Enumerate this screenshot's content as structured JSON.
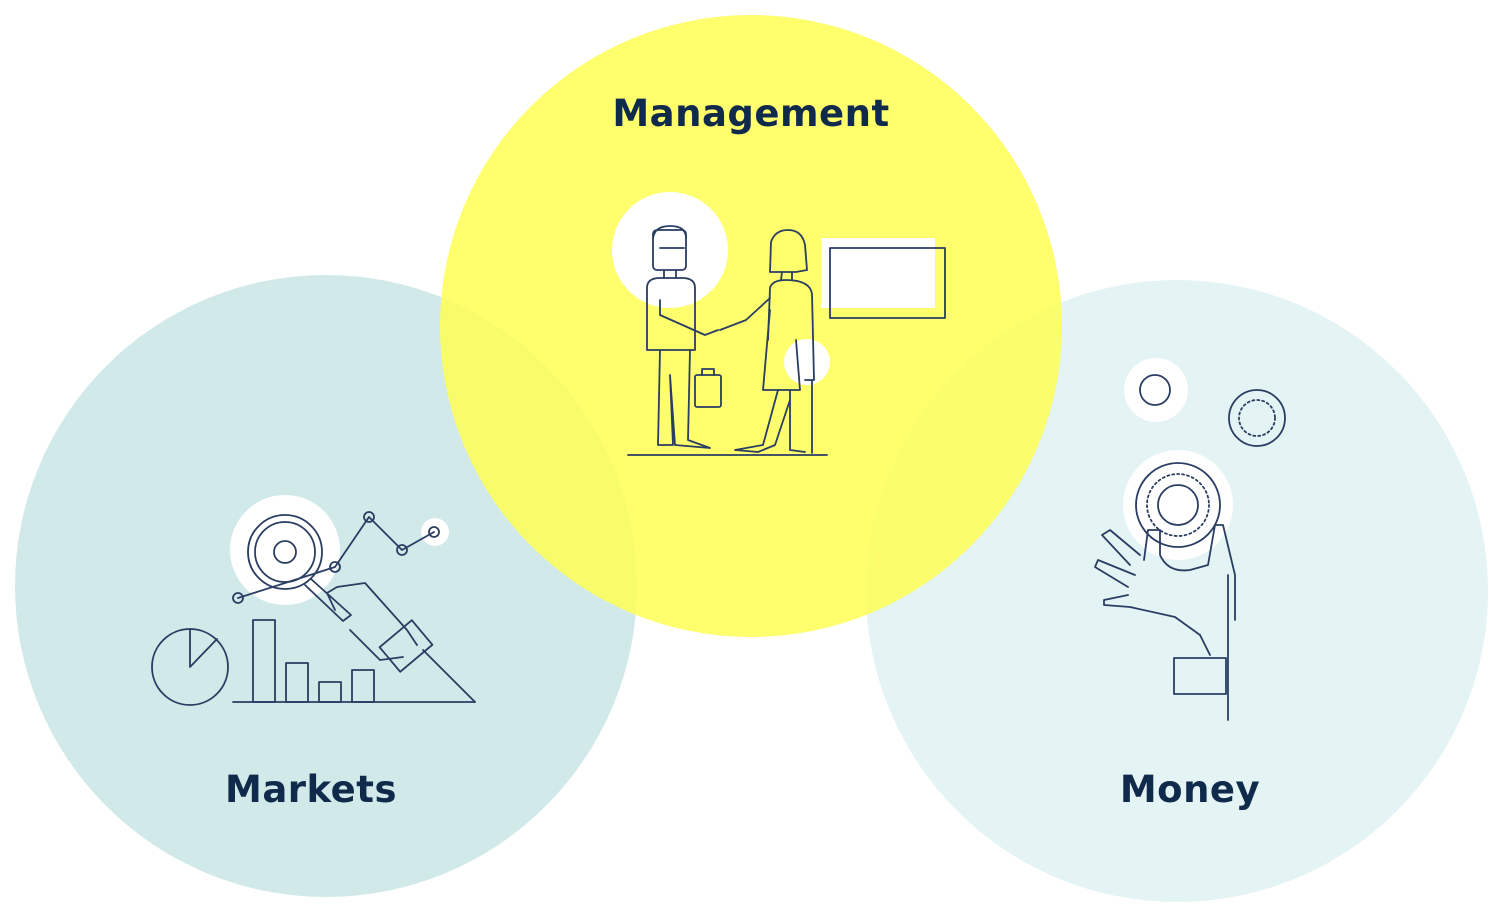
{
  "diagram": {
    "type": "venn",
    "sets": [
      {
        "id": "management",
        "label": "Management",
        "illustration": "handshake-icon"
      },
      {
        "id": "markets",
        "label": "Markets",
        "illustration": "market-analysis-icon"
      },
      {
        "id": "money",
        "label": "Money",
        "illustration": "coin-hand-icon"
      }
    ],
    "colors": {
      "management": "#ffff55",
      "markets": "#d1e9e8",
      "money": "#e4f3f3",
      "text": "#102a4c",
      "line": "#2a3d63"
    }
  }
}
